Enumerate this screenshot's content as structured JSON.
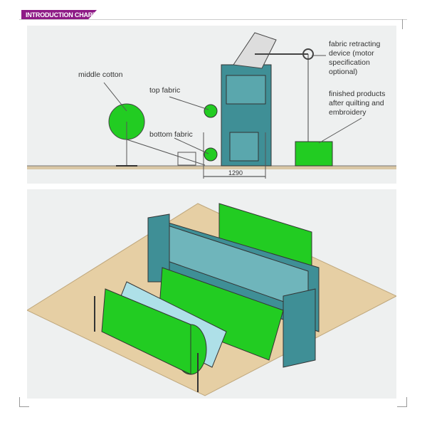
{
  "header": {
    "tag": "INTRODUCTION CHART"
  },
  "top_diagram": {
    "labels": {
      "middle_cotton": "middle cotton",
      "top_fabric": "top fabric",
      "bottom_fabric": "bottom fabric",
      "retracting": "fabric retracting device (motor specification optional)",
      "finished": "finished products after quilting and embroidery"
    },
    "dimension": "1290"
  },
  "colors": {
    "accent": "#8e1a86",
    "fabric": "#22cc22",
    "machine": "#3f8f96"
  }
}
